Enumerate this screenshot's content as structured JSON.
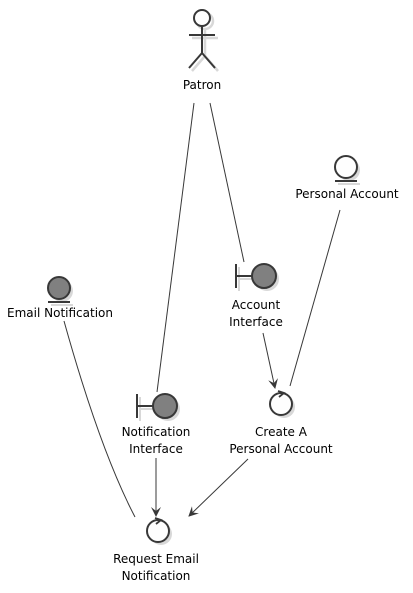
{
  "nodes": {
    "patron": {
      "label": "Patron"
    },
    "personal_account": {
      "label": "Personal Account"
    },
    "email_notification": {
      "label": "Email Notification"
    },
    "account_interface": {
      "label_1": "Account",
      "label_2": "Interface"
    },
    "notification_interface": {
      "label_1": "Notification",
      "label_2": "Interface"
    },
    "create_account": {
      "label_1": "Create A",
      "label_2": "Personal Account"
    },
    "request_email": {
      "label_1": "Request Email",
      "label_2": "Notification"
    }
  },
  "colors": {
    "stroke": "#383838",
    "entity_fill": "#808080",
    "light_fill": "#fefefe",
    "shadow": "#d8d8d8"
  }
}
